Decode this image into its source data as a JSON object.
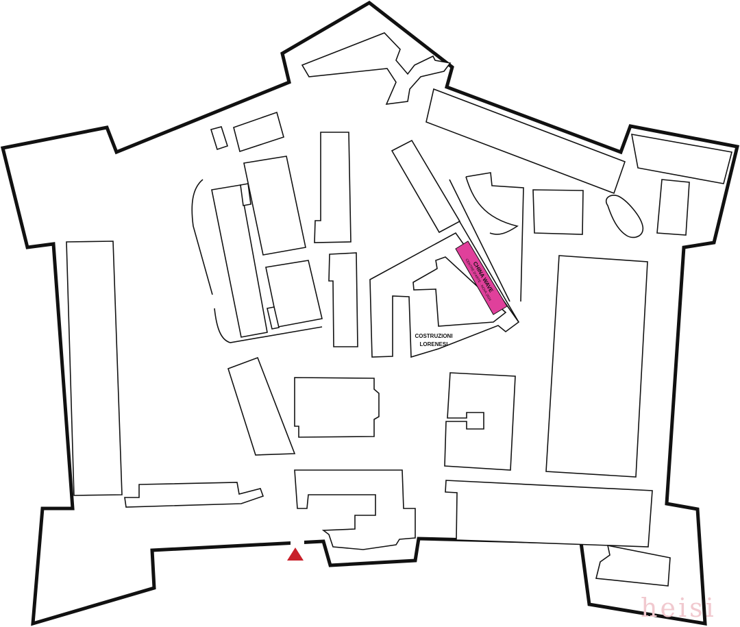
{
  "map": {
    "highlight": {
      "label": "CHINA WAVE",
      "sublabel": "CENTRE D'ARTE · NOVA 2024",
      "color": "#e0409b"
    },
    "building_label": {
      "line1": "COSTRUZIONI",
      "line2": "LORENESI"
    },
    "entrance_marker": {
      "icon": "red-triangle-icon",
      "color": "#c8202a"
    },
    "watermark": "heisi"
  }
}
